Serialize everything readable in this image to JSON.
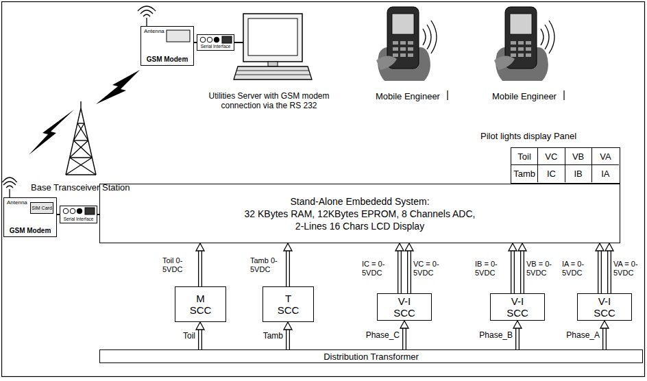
{
  "diagram": {
    "nodes": [
      {
        "text": [
          "Antenna",
          "GSM Modem"
        ]
      },
      {
        "text": [
          "Serial Interface"
        ]
      },
      {
        "text": [
          "Pilot lights display Panel"
        ]
      },
      {
        "text": [
          "Toil"
        ],
        "in": 2
      },
      {
        "text": [
          "VC"
        ],
        "in": 2
      },
      {
        "text": [
          "VB"
        ],
        "in": 2
      },
      {
        "text": [
          "VA"
        ],
        "in": 2
      },
      {
        "text": [
          "Tamb"
        ],
        "in": 2
      },
      {
        "text": [
          "IC"
        ],
        "in": 2
      },
      {
        "text": [
          "IB"
        ],
        "in": 2
      },
      {
        "text": [
          "IA"
        ],
        "in": 2
      },
      {
        "text": [
          "Stand-Alone Embededd System:",
          "32 KBytes RAM, 12KBytes EPROM, 8 Channels ADC, 2-Lines 16 Chars LCD Display"
        ]
      },
      {
        "text": [
          "Antenna",
          "GSM Modem"
        ]
      },
      {
        "text": [
          "SIM Card"
        ],
        "in": 12
      },
      {
        "text": [
          "Serial Interface"
        ]
      },
      {
        "text": [
          "M SCC"
        ]
      },
      {
        "text": [
          "T SCC"
        ]
      },
      {
        "text": [
          "V-I SCC"
        ]
      },
      {
        "text": [
          "V-I SCC"
        ]
      },
      {
        "text": [
          "V-I SCC"
        ]
      },
      {
        "text": [
          "Distribution Transformer"
        ]
      }
    ],
    "edges": [
      {
        "from": 0,
        "to": 1,
        "arrow": "none"
      },
      {
        "from": 12,
        "to": 14,
        "arrow": "none"
      },
      {
        "from": 14,
        "to": 11,
        "arrow": "none"
      },
      {
        "from": 15,
        "to": 11,
        "label": "Toil 0-5VDC",
        "arrow": "to"
      },
      {
        "from": 16,
        "to": 11,
        "label": "Tamb 0-5VDC",
        "arrow": "to"
      },
      {
        "from": 17,
        "to": 11,
        "label": "IC = 0-5VDC",
        "arrow": "to"
      },
      {
        "from": 17,
        "to": 11,
        "label": "VC = 0-5VDC",
        "arrow": "to"
      },
      {
        "from": 18,
        "to": 11,
        "label": "IB = 0-5VDC",
        "arrow": "to"
      },
      {
        "from": 18,
        "to": 11,
        "label": "VB = 0-5VDC",
        "arrow": "to"
      },
      {
        "from": 19,
        "to": 11,
        "label": "IA = 0-5VDC",
        "arrow": "to"
      },
      {
        "from": 19,
        "to": 11,
        "label": "VA = 0-5VDC",
        "arrow": "to"
      },
      {
        "from": 20,
        "to": 15,
        "label": "Toil",
        "arrow": "to"
      },
      {
        "from": 20,
        "to": 16,
        "label": "Tamb",
        "arrow": "to"
      },
      {
        "from": 20,
        "to": 17,
        "label": "Phase_C",
        "arrow": "to"
      },
      {
        "from": 20,
        "to": 18,
        "label": "Phase_B",
        "arrow": "to"
      },
      {
        "from": 20,
        "to": 19,
        "label": "Phase_A",
        "arrow": "to"
      }
    ],
    "labels": [
      "Utilities Server with GSM modem connection via the RS 232",
      "Mobile Engineer",
      "Mobile Engineer",
      "Base Transceiver Station"
    ]
  }
}
